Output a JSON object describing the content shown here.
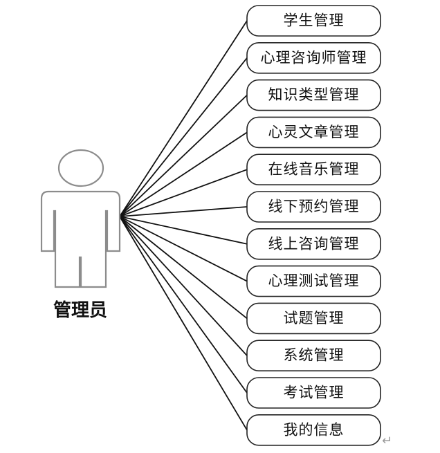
{
  "actor": {
    "label": "管理员",
    "icon": "person-outline-icon",
    "outline_color": "#8c8c8c"
  },
  "use_cases": [
    {
      "label": "学生管理"
    },
    {
      "label": "心理咨询师管理"
    },
    {
      "label": "知识类型管理"
    },
    {
      "label": "心灵文章管理"
    },
    {
      "label": "在线音乐管理"
    },
    {
      "label": "线下预约管理"
    },
    {
      "label": "线上咨询管理"
    },
    {
      "label": "心理测试管理"
    },
    {
      "label": "试题管理"
    },
    {
      "label": "系统管理"
    },
    {
      "label": "考试管理"
    },
    {
      "label": "我的信息"
    }
  ],
  "paragraph_mark": "↵",
  "colors": {
    "line": "#111111",
    "box_border": "#222222",
    "background": "#ffffff"
  }
}
